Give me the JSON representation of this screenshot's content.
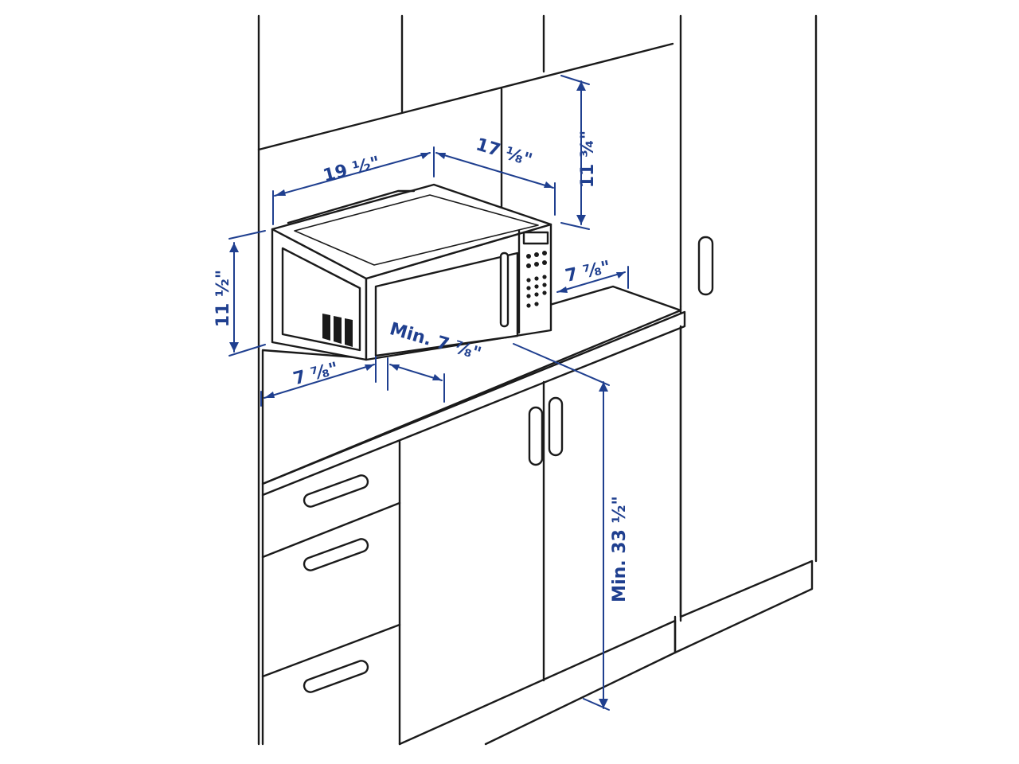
{
  "colors": {
    "line": "#1a1a1a",
    "dimension": "#1f3f8f",
    "background": "#ffffff"
  },
  "dimensions": {
    "width": "19 ½\"",
    "depth": "17 ⅛\"",
    "top_clearance": "11 ¾\"",
    "height": "11 ½\"",
    "side_clearance": "7 ⅞\"",
    "left_clearance": "7 ⅞\"",
    "front_clearance": "Min. 7 ⅞\"",
    "counter_height": "Min. 33 ½\""
  }
}
